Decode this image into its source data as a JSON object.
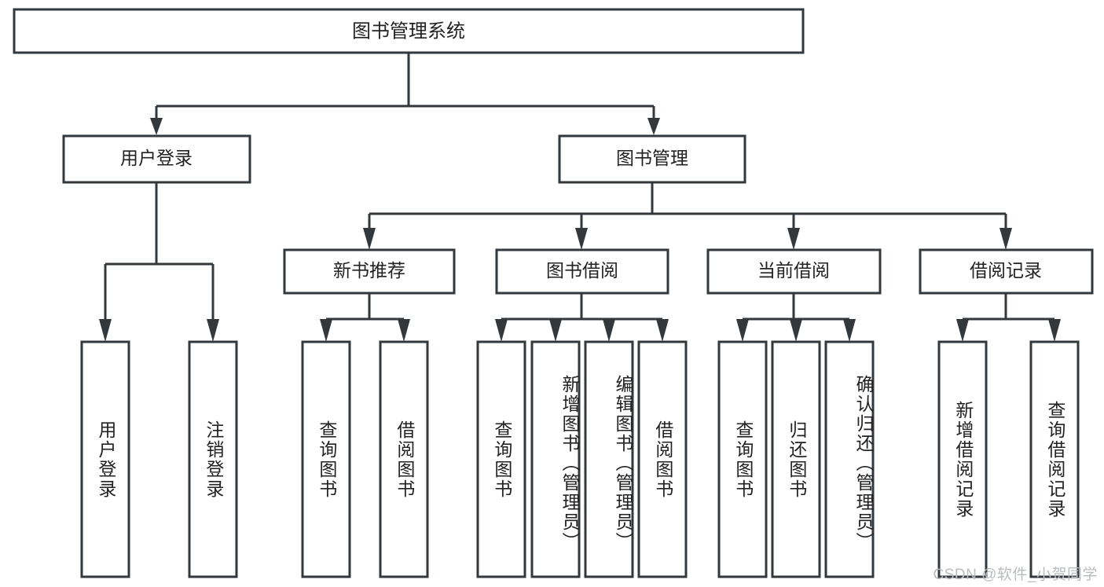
{
  "diagram": {
    "type": "tree-hierarchy",
    "title": "图书管理系统",
    "orientation": "top-down",
    "colors": {
      "stroke": "#33383d",
      "box_fill": "#ffffff",
      "text": "#222222",
      "background": "#ffffff",
      "watermark": "#b9bcc0"
    },
    "root": {
      "label": "图书管理系统"
    },
    "level1": [
      {
        "label": "用户登录"
      },
      {
        "label": "图书管理"
      }
    ],
    "level2": [
      {
        "label": "新书推荐"
      },
      {
        "label": "图书借阅"
      },
      {
        "label": "当前借阅"
      },
      {
        "label": "借阅记录"
      }
    ],
    "leaves": {
      "user_login": [
        {
          "label": "用户登录"
        },
        {
          "label": "注销登录"
        }
      ],
      "new_book_recommend": [
        {
          "label": "查询图书"
        },
        {
          "label": "借阅图书"
        }
      ],
      "book_borrow": [
        {
          "label": "查询图书"
        },
        {
          "label": "新增图书（管理员）"
        },
        {
          "label": "编辑图书（管理员）"
        },
        {
          "label": "借阅图书"
        }
      ],
      "current_borrow": [
        {
          "label": "查询图书"
        },
        {
          "label": "归还图书"
        },
        {
          "label": "确认归还（管理员）"
        }
      ],
      "borrow_record": [
        {
          "label": "新增借阅记录"
        },
        {
          "label": "查询借阅记录"
        }
      ]
    }
  },
  "watermark": {
    "text": "CSDN @软件_小贺同学"
  }
}
